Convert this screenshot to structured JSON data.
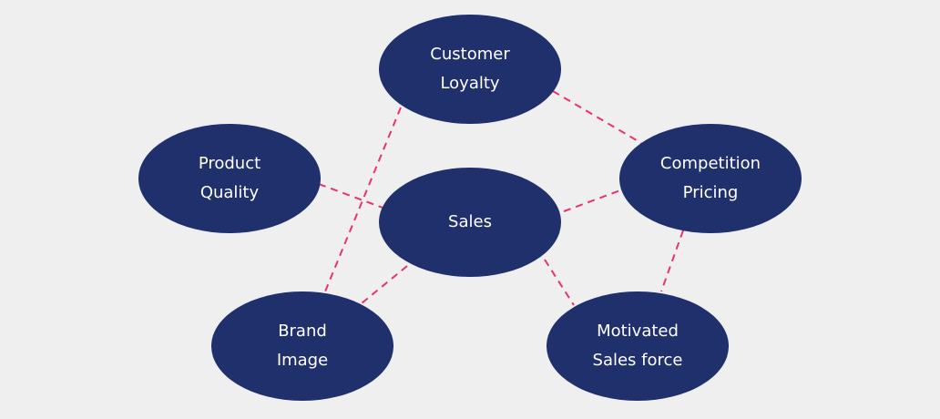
{
  "nodes": {
    "customer_loyalty": {
      "label": "Customer\nLoyalty"
    },
    "product_quality": {
      "label": "Product\nQuality"
    },
    "sales": {
      "label": "Sales"
    },
    "competition_pricing": {
      "label": "Competition\nPricing"
    },
    "brand_image": {
      "label": "Brand\nImage"
    },
    "motivated_sales_force": {
      "label": "Motivated\nSales force"
    }
  },
  "edges": [
    {
      "from": "customer_loyalty",
      "to": "competition_pricing"
    },
    {
      "from": "customer_loyalty",
      "to": "brand_image"
    },
    {
      "from": "product_quality",
      "to": "sales"
    },
    {
      "from": "sales",
      "to": "competition_pricing"
    },
    {
      "from": "sales",
      "to": "brand_image"
    },
    {
      "from": "sales",
      "to": "motivated_sales_force"
    },
    {
      "from": "competition_pricing",
      "to": "motivated_sales_force"
    }
  ],
  "colors": {
    "node_fill": "#20306c",
    "node_text": "#ffffff",
    "link": "#e8336e",
    "background": "#efefef"
  }
}
